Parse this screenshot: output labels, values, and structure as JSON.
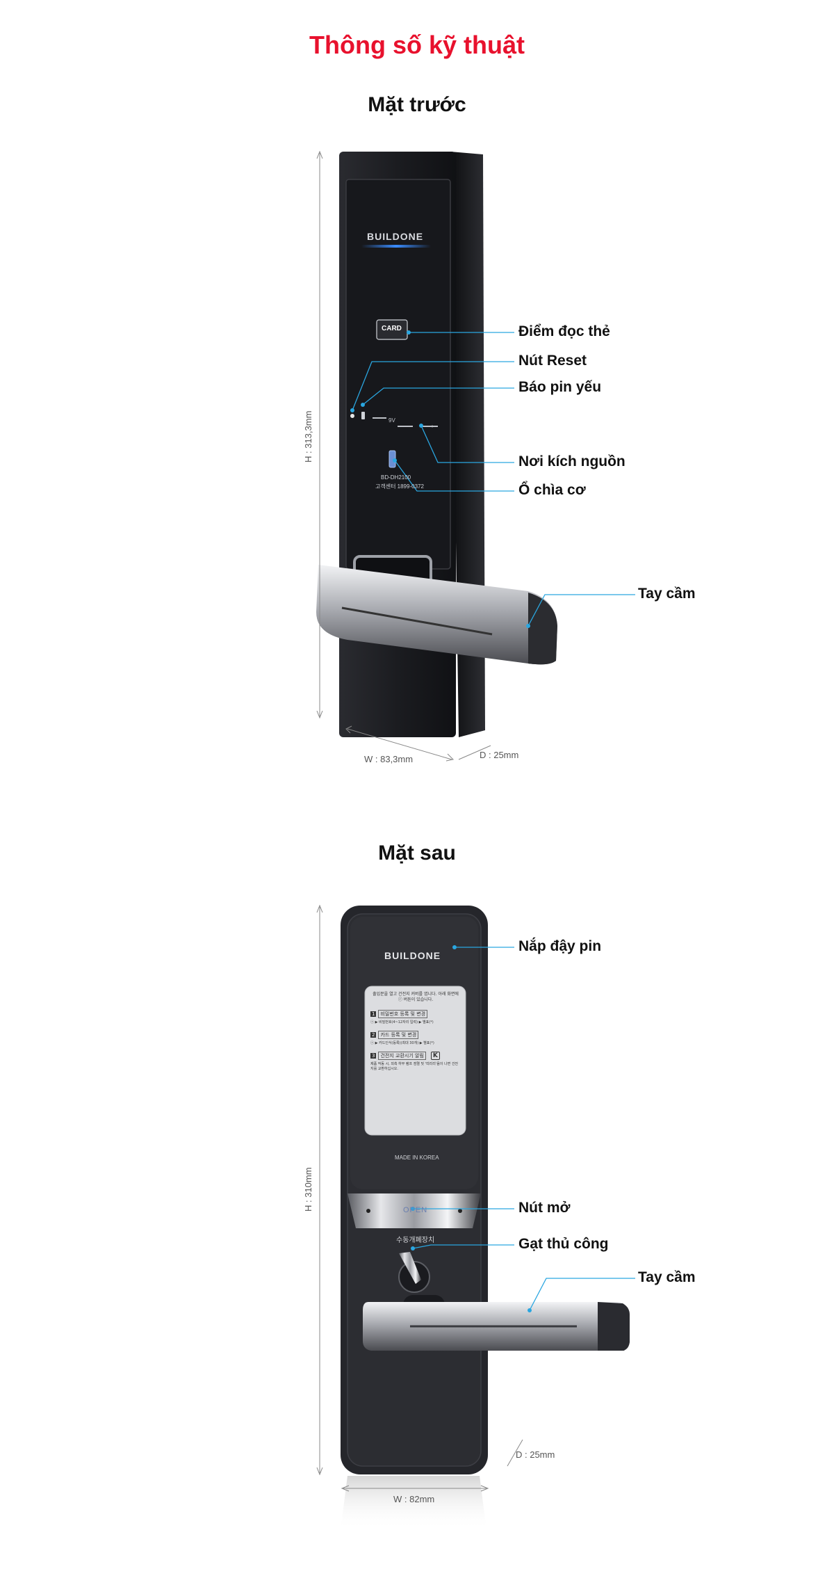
{
  "page": {
    "title": "Thông số kỹ thuật"
  },
  "front": {
    "title": "Mặt trước",
    "brand": "BUILDONE",
    "card_label": "CARD",
    "battery_label": "9V",
    "model_text": "BD-DH2100",
    "phone_text": "고객센터 1899-0372",
    "callouts": {
      "card_reader": "Điểm đọc thẻ",
      "reset_button": "Nút Reset",
      "low_battery": "Báo pin yếu",
      "power_point": "Nơi kích nguồn",
      "key_hole": "Ổ chìa cơ",
      "handle": "Tay cầm"
    },
    "dimensions": {
      "height": "H : 313,3mm",
      "width": "W : 83,3mm",
      "depth": "D : 25mm"
    }
  },
  "back": {
    "title": "Mặt sau",
    "brand": "BUILDONE",
    "made_in": "MADE IN KOREA",
    "open_label": "OPEN",
    "manual_label": "수동개폐장치",
    "sticker": {
      "intro": "출입문을 열고 건전지 커버를 엽니다. 아래 화면에 ⓡ 버튼이 있습니다.",
      "step1_num": "1",
      "step1_title": "비밀번호 등록 및 변경",
      "step1_text": "ⓡ ▶ 비밀번호(4~12자리 입력) ▶ 별표(*)",
      "step2_num": "2",
      "step2_title": "카드 등록 및 변경",
      "step2_text": "ⓡ ▶ 카드인식(등록)(최대 30개) ▶ 별표(*)",
      "step3_num": "3",
      "step3_title": "건전지 교환시기 알림",
      "step3_text": "제품 작동 시, 외측 하부 램프 점멸 및 '띠리리'음이 나면 건전지를 교환하십시오.",
      "cert_mark": "K"
    },
    "callouts": {
      "battery_cover": "Nắp đậy pin",
      "open_button": "Nút mở",
      "manual_lever": "Gạt thủ công",
      "handle": "Tay cầm"
    },
    "dimensions": {
      "height": "H : 310mm",
      "width": "W : 82mm",
      "depth": "D : 25mm"
    }
  },
  "colors": {
    "title_red": "#e8112d",
    "callout_line": "#2aa6e0",
    "lock_body": "#1c1d21",
    "glow_blue": "#3a8cff"
  }
}
